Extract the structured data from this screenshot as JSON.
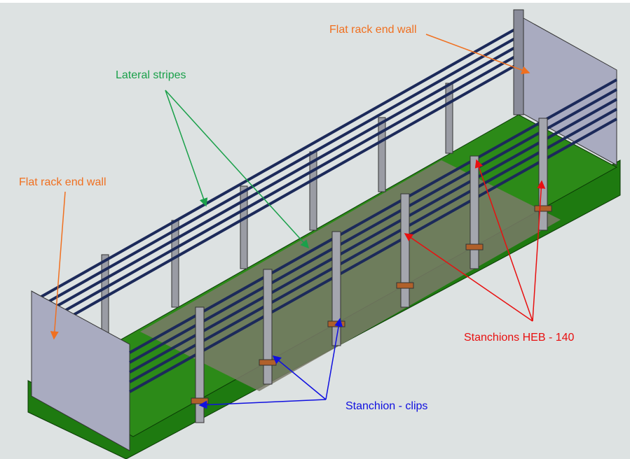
{
  "labels": {
    "end_wall_right": "Flat rack end wall",
    "lateral_stripes": "Lateral stripes",
    "end_wall_left": "Flat rack end wall",
    "stanchions": "Stanchions HEB - 140",
    "clips": "Stanchion - clips"
  },
  "colors": {
    "end_wall": "#f07020",
    "stripes": "#1aa04a",
    "stanchions": "#e81010",
    "clips": "#1010e0",
    "deck": "#1e7a10",
    "stripe_bars": "#1c2a5a",
    "wall": "#a9abc0"
  }
}
